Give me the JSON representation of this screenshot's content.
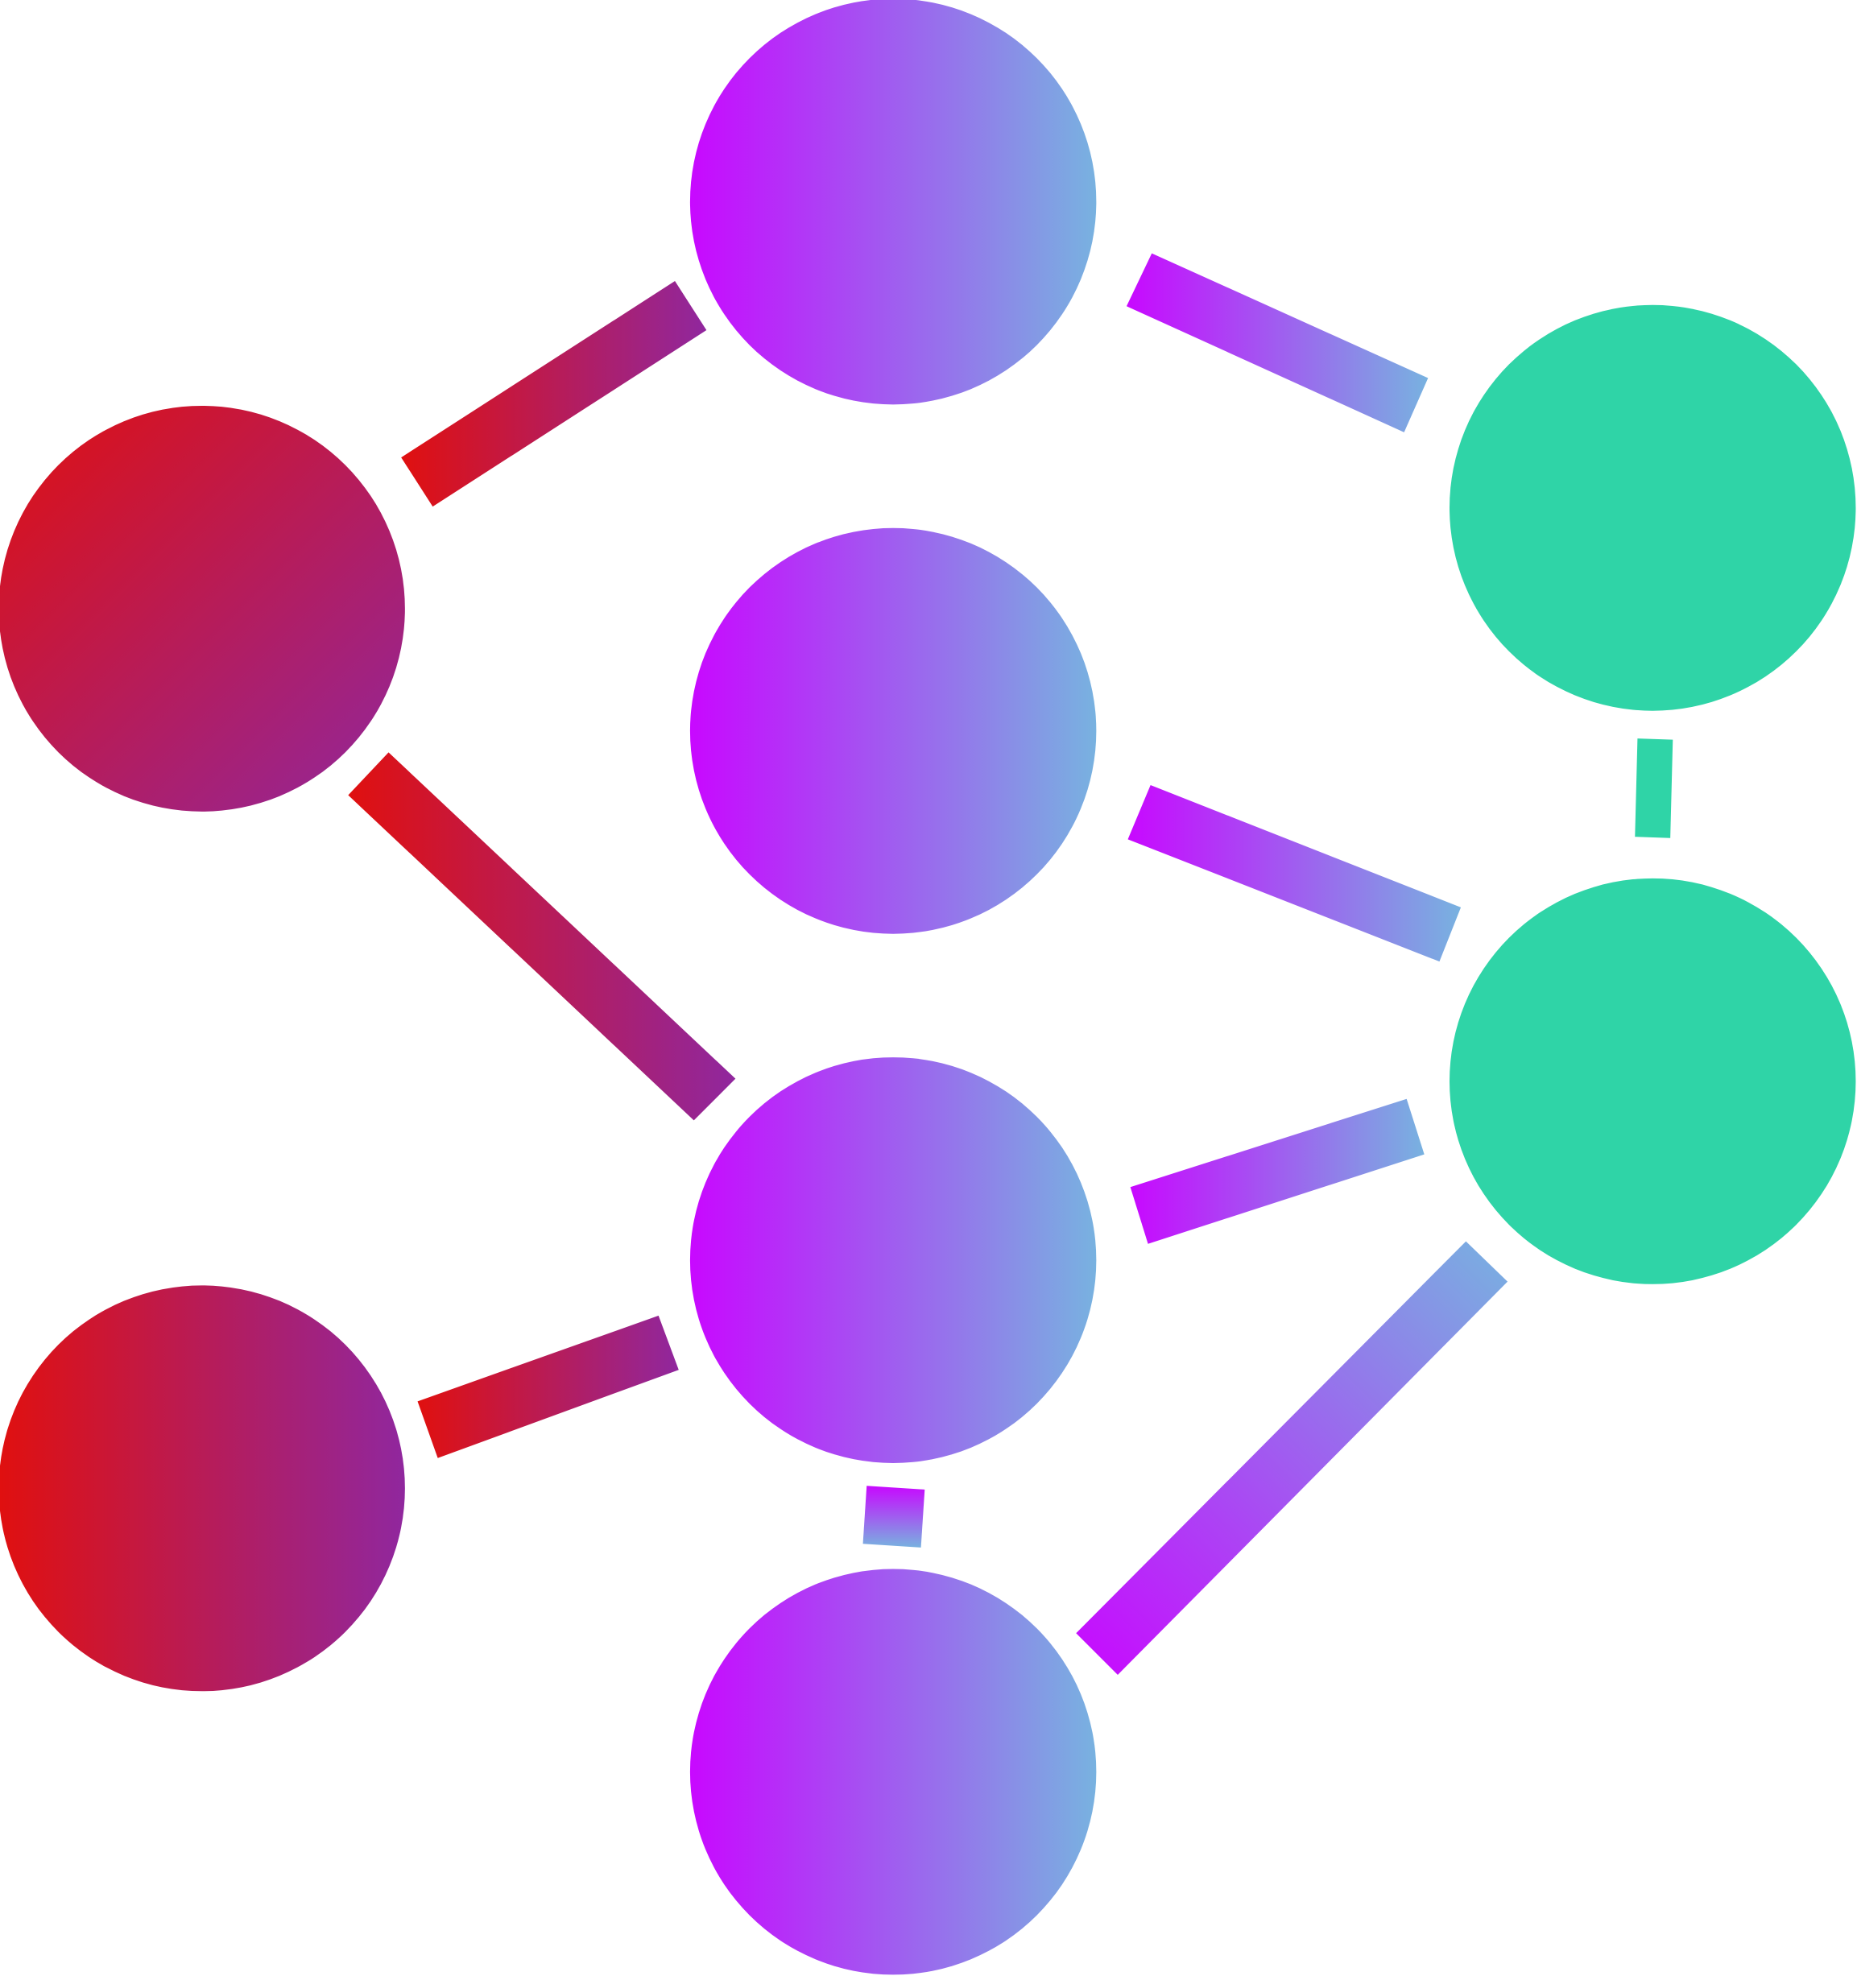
{
  "colors": {
    "red_start": "#e0100f",
    "red_end": "#90279e",
    "magenta_start": "#c808ff",
    "blue_end": "#78b2e0",
    "green": "#2fd4a7"
  },
  "nodes": [
    {
      "id": "left-top",
      "group": "red"
    },
    {
      "id": "left-bottom",
      "group": "red"
    },
    {
      "id": "middle-1",
      "group": "magenta"
    },
    {
      "id": "middle-2",
      "group": "magenta"
    },
    {
      "id": "middle-3",
      "group": "magenta"
    },
    {
      "id": "middle-4",
      "group": "magenta"
    },
    {
      "id": "right-top",
      "group": "green"
    },
    {
      "id": "right-bottom",
      "group": "green"
    }
  ],
  "edges": [
    {
      "from": "left-top",
      "to": "middle-1"
    },
    {
      "from": "left-top",
      "to": "middle-3"
    },
    {
      "from": "left-bottom",
      "to": "middle-3"
    },
    {
      "from": "middle-1",
      "to": "right-top"
    },
    {
      "from": "middle-2",
      "to": "right-bottom"
    },
    {
      "from": "middle-3",
      "to": "right-bottom"
    },
    {
      "from": "middle-3",
      "to": "middle-4"
    },
    {
      "from": "middle-4",
      "to": "right-bottom"
    },
    {
      "from": "right-top",
      "to": "right-bottom"
    }
  ]
}
